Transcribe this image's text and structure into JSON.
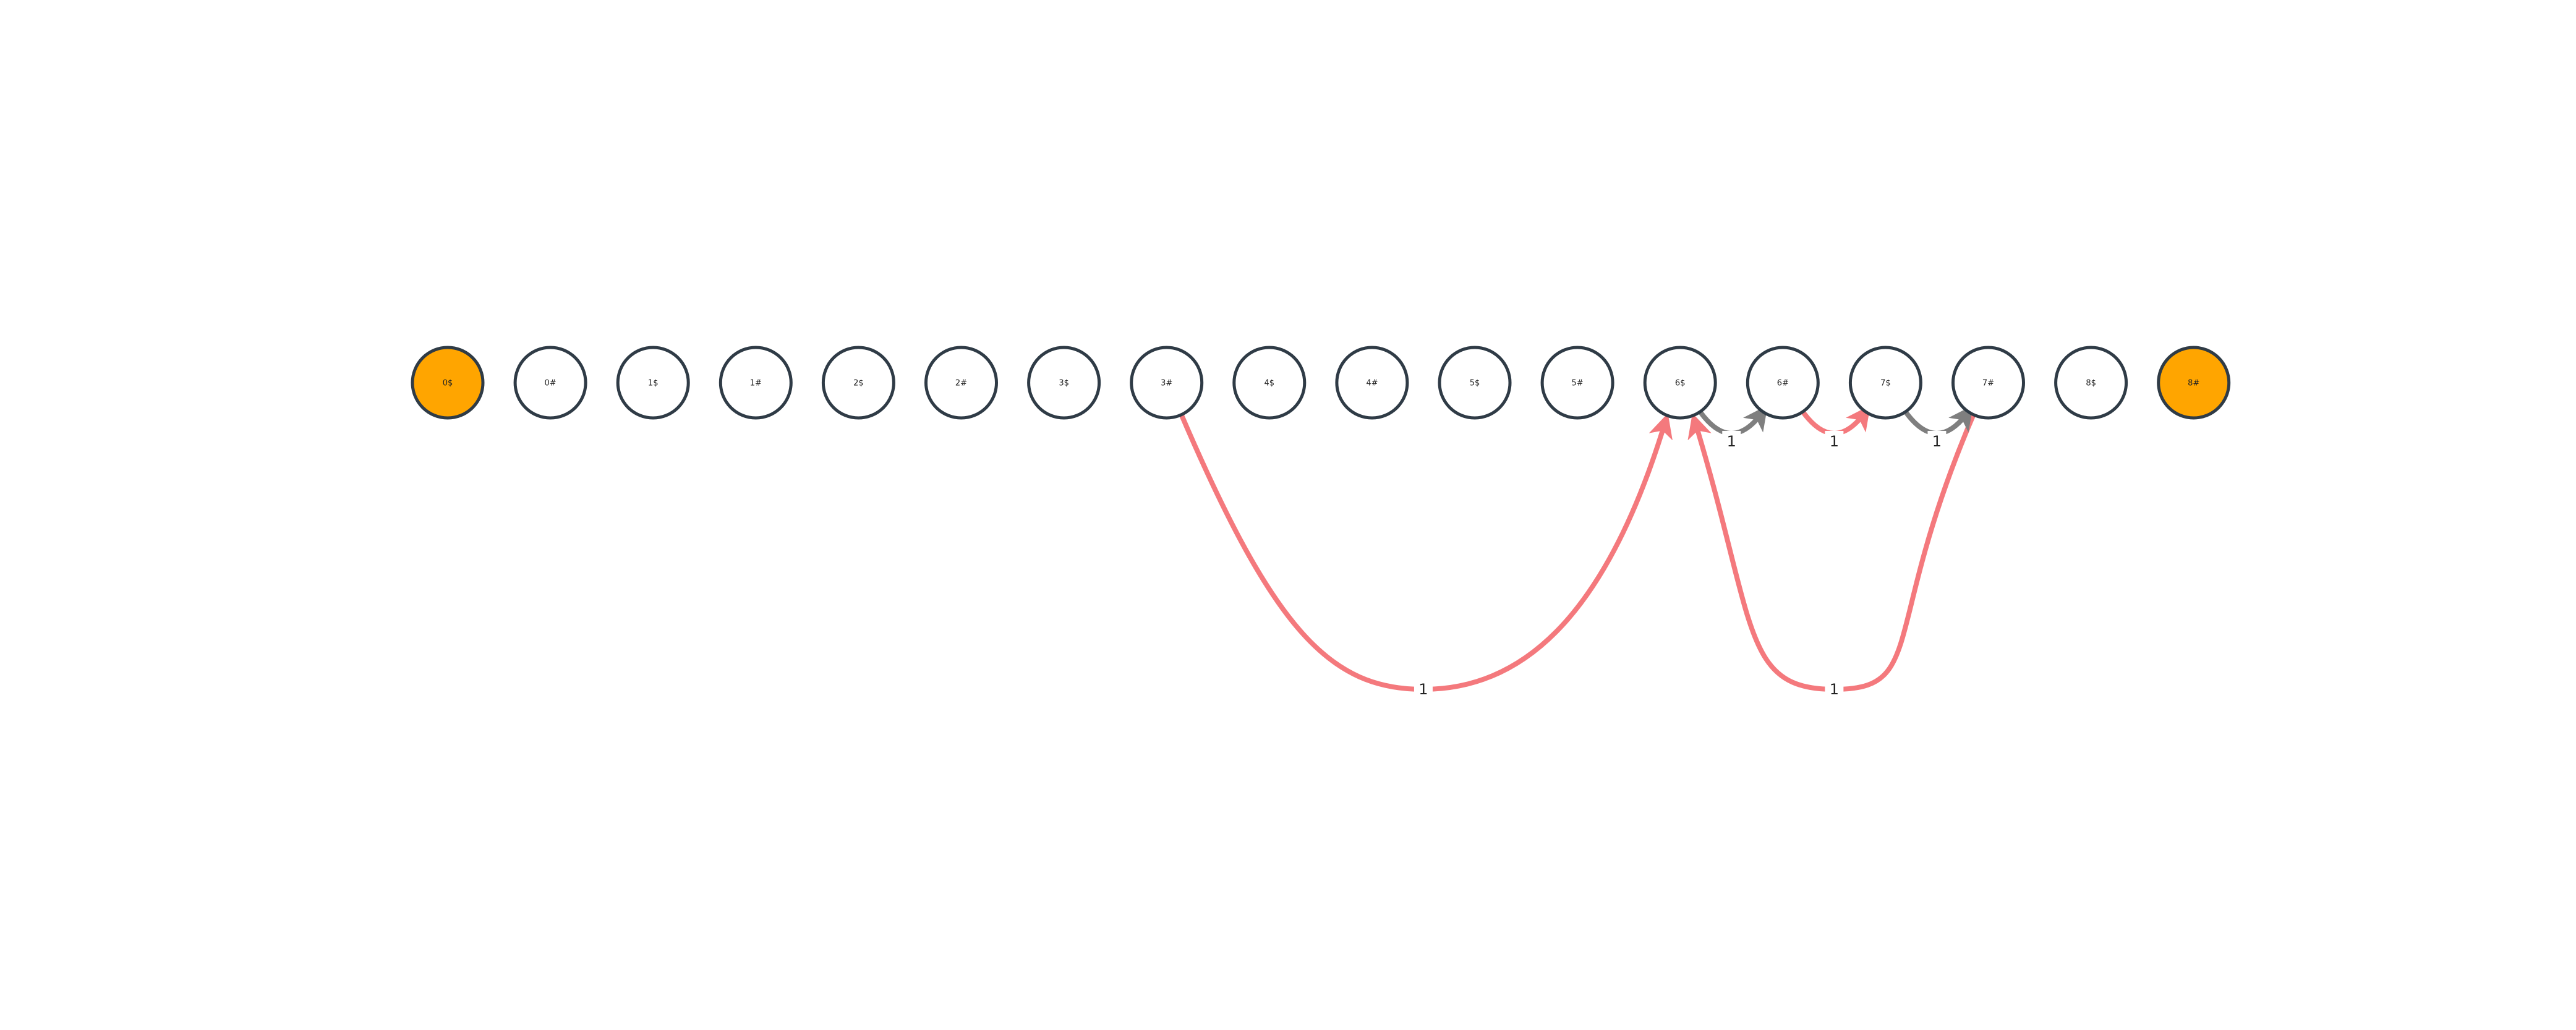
{
  "diagram": {
    "colors": {
      "node_default_fill": "#ffffff",
      "node_highlight_fill": "#FFA500",
      "node_stroke": "#2f3b46",
      "edge_red": "#F4797D",
      "edge_gray": "#7f7f7f",
      "label_bg": "#ffffff"
    },
    "nodes": [
      {
        "id": "0$",
        "label": "0$",
        "highlight": true
      },
      {
        "id": "0#",
        "label": "0#",
        "highlight": false
      },
      {
        "id": "1$",
        "label": "1$",
        "highlight": false
      },
      {
        "id": "1#",
        "label": "1#",
        "highlight": false
      },
      {
        "id": "2$",
        "label": "2$",
        "highlight": false
      },
      {
        "id": "2#",
        "label": "2#",
        "highlight": false
      },
      {
        "id": "3$",
        "label": "3$",
        "highlight": false
      },
      {
        "id": "3#",
        "label": "3#",
        "highlight": false
      },
      {
        "id": "4$",
        "label": "4$",
        "highlight": false
      },
      {
        "id": "4#",
        "label": "4#",
        "highlight": false
      },
      {
        "id": "5$",
        "label": "5$",
        "highlight": false
      },
      {
        "id": "5#",
        "label": "5#",
        "highlight": false
      },
      {
        "id": "6$",
        "label": "6$",
        "highlight": false
      },
      {
        "id": "6#",
        "label": "6#",
        "highlight": false
      },
      {
        "id": "7$",
        "label": "7$",
        "highlight": false
      },
      {
        "id": "7#",
        "label": "7#",
        "highlight": false
      },
      {
        "id": "8$",
        "label": "8$",
        "highlight": false
      },
      {
        "id": "8#",
        "label": "8#",
        "highlight": true
      }
    ],
    "edges": [
      {
        "from": "3#",
        "to": "6$",
        "label": "1",
        "color": "red",
        "kind": "long"
      },
      {
        "from": "7#",
        "to": "6$",
        "label": "1",
        "color": "red",
        "kind": "long"
      },
      {
        "from": "6$",
        "to": "6#",
        "label": "1",
        "color": "gray",
        "kind": "short"
      },
      {
        "from": "6#",
        "to": "7$",
        "label": "1",
        "color": "red",
        "kind": "short"
      },
      {
        "from": "7$",
        "to": "7#",
        "label": "1",
        "color": "gray",
        "kind": "short"
      }
    ]
  }
}
